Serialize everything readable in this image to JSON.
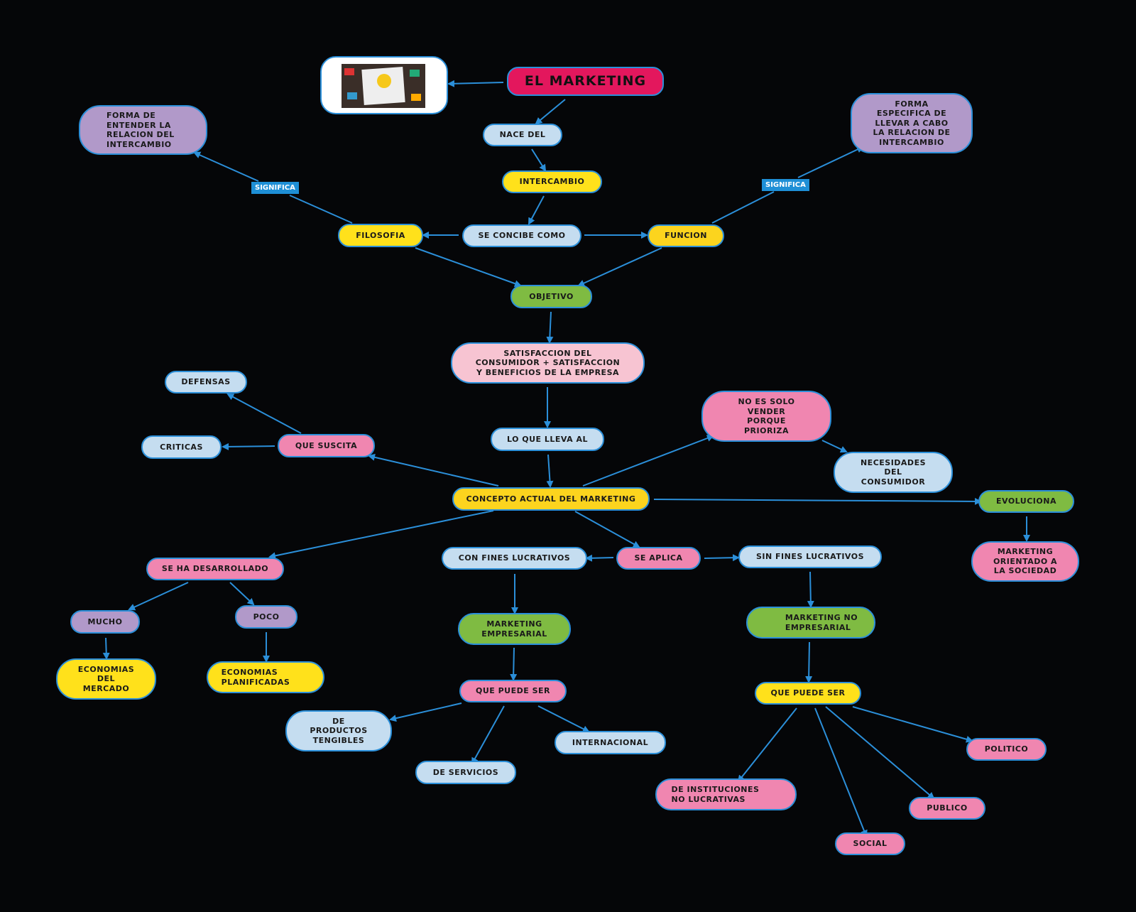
{
  "title": "EL MARKETING",
  "colors": {
    "connector": "#2b8fd9",
    "background": "#050608",
    "title": "#e3175d"
  },
  "image": {
    "icon": "idea-lightbulb-photo"
  },
  "nodes": {
    "nace_del": "NACE DEL",
    "intercambio": "INTERCAMBIO",
    "se_concibe_como": "SE CONCIBE COMO",
    "filosofia": "FILOSOFIA",
    "funcion": "FUNCION",
    "forma_entender": "FORMA DE\nENTENDER LA\nRELACION DEL\nINTERCAMBIO",
    "forma_especifica": "FORMA\nESPECIFICA DE\nLLEVAR A CABO\nLA RELACION DE\nINTERCAMBIO",
    "significa_left": "SIGNIFICA",
    "significa_right": "SIGNIFICA",
    "objetivo": "OBJETIVO",
    "satisfaccion": "SATISFACCION DEL\nCONSUMIDOR  +  SATISFACCION\nY BENEFICIOS DE LA EMPRESA",
    "lo_que_lleva_al": "LO QUE LLEVA AL",
    "concepto_actual": "CONCEPTO ACTUAL DEL MARKETING",
    "que_suscita": "QUE SUSCITA",
    "defensas": "DEFENSAS",
    "criticas": "CRITICAS",
    "no_es_solo": "NO ES SOLO\nVENDER\nPORQUE\nPRIORIZA",
    "necesidades": "NECESIDADES\nDEL\nCONSUMIDOR",
    "evoluciona": "EVOLUCIONA",
    "orientado_sociedad": "MARKETING\nORIENTADO A\nLA SOCIEDAD",
    "se_ha_desarrollado": "SE HA DESARROLLADO",
    "mucho": "MUCHO",
    "poco": "POCO",
    "economias_mercado": "ECONOMIAS\nDEL\nMERCADO",
    "economias_planificadas": "ECONOMIAS\nPLANIFICADAS",
    "se_aplica": "SE APLICA",
    "con_fines": "CON FINES LUCRATIVOS",
    "sin_fines": "SIN FINES LUCRATIVOS",
    "mkt_empresarial": "MARKETING\nEMPRESARIAL",
    "mkt_no_empresarial": "MARKETING NO\nEMPRESARIAL",
    "que_puede_ser_1": "QUE PUEDE SER",
    "que_puede_ser_2": "QUE PUEDE SER",
    "de_productos": "DE\nPRODUCTOS\nTENGIBLES",
    "de_servicios": "DE SERVICIOS",
    "internacional": "INTERNACIONAL",
    "de_instituciones": "DE INSTITUCIONES\nNO LUCRATIVAS",
    "social": "SOCIAL",
    "publico": "PUBLICO",
    "politico": "POLITICO"
  }
}
